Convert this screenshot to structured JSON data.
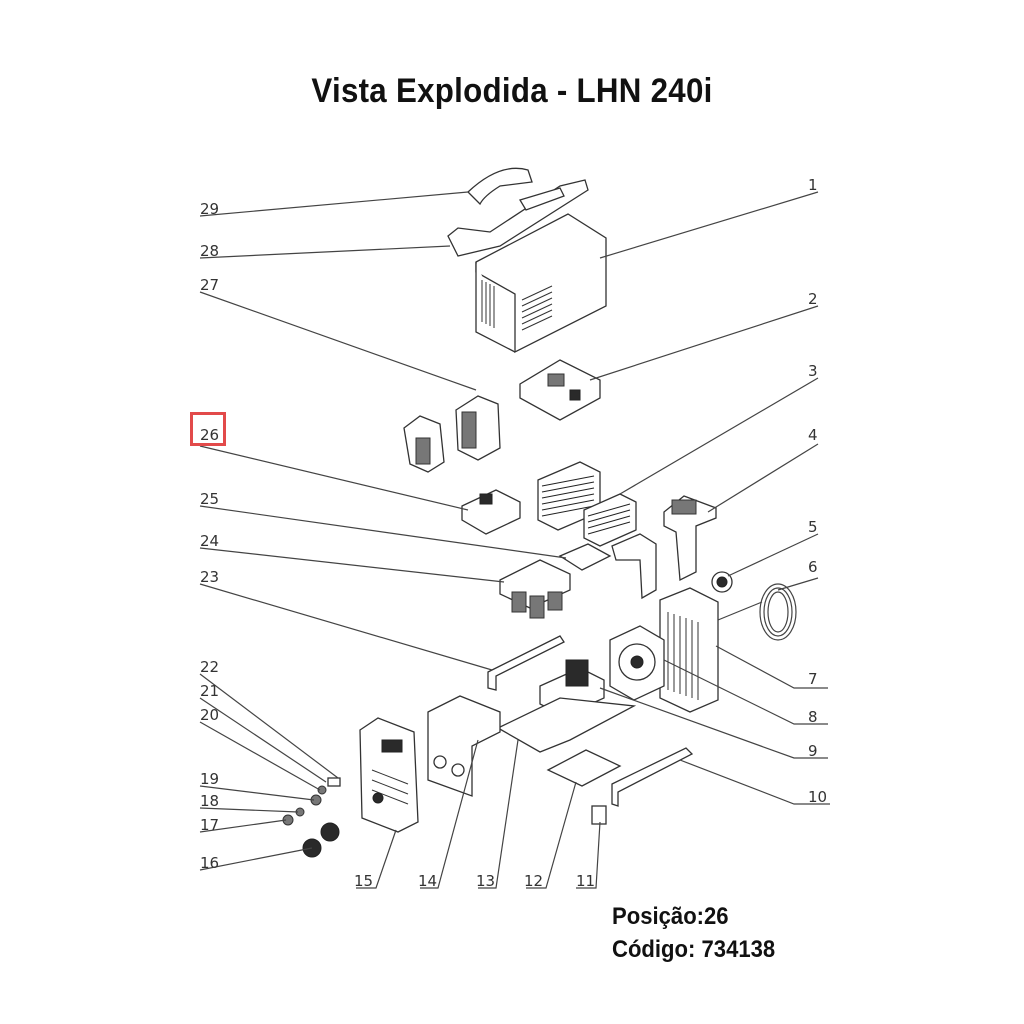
{
  "title": "Vista Explodida - LHN 240i",
  "selection": {
    "position_label": "Posição:",
    "position_value": "26",
    "code_label": "Código:",
    "code_value": "734138"
  },
  "labels": [
    "1",
    "2",
    "3",
    "4",
    "5",
    "6",
    "7",
    "8",
    "9",
    "10",
    "11",
    "12",
    "13",
    "14",
    "15",
    "16",
    "17",
    "18",
    "19",
    "20",
    "21",
    "22",
    "23",
    "24",
    "25",
    "26",
    "27",
    "28",
    "29"
  ],
  "colors": {
    "highlight": "#e24a4a",
    "line": "#444444"
  }
}
